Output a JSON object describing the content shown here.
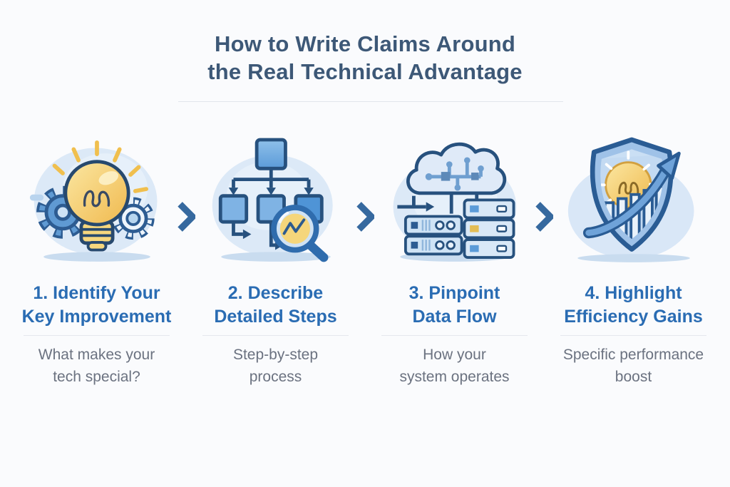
{
  "title": {
    "line1": "How to Write Claims Around",
    "line2": "the Real Technical Advantage"
  },
  "steps": [
    {
      "icon": "lightbulb-gears-icon",
      "heading_line1": "1. Identify Your",
      "heading_line2": "Key Improvement",
      "sub_line1": "What makes your",
      "sub_line2": "tech special?"
    },
    {
      "icon": "flowchart-magnifier-icon",
      "heading_line1": "2. Describe",
      "heading_line2": "Detailed Steps",
      "sub_line1": "Step-by-step",
      "sub_line2": "process"
    },
    {
      "icon": "cloud-servers-icon",
      "heading_line1": "3. Pinpoint",
      "heading_line2": "Data Flow",
      "sub_line1": "How your",
      "sub_line2": "system operates"
    },
    {
      "icon": "shield-growth-icon",
      "heading_line1": "4. Highlight",
      "heading_line2": "Efficiency Gains",
      "sub_line1": "Specific performance",
      "sub_line2": "boost"
    }
  ],
  "separator": {
    "chevron_glyph": ">"
  },
  "colors": {
    "background": "#fafbfd",
    "title_color": "#3d5877",
    "heading_color": "#2a6cb3",
    "subtext_color": "#6b7280",
    "chevron_color": "#36699f",
    "icon_bg_blue": "#dce9f7",
    "outline_navy": "#27517e",
    "accent_yellow": "#f3c95c",
    "mid_blue": "#5f9ad3"
  }
}
